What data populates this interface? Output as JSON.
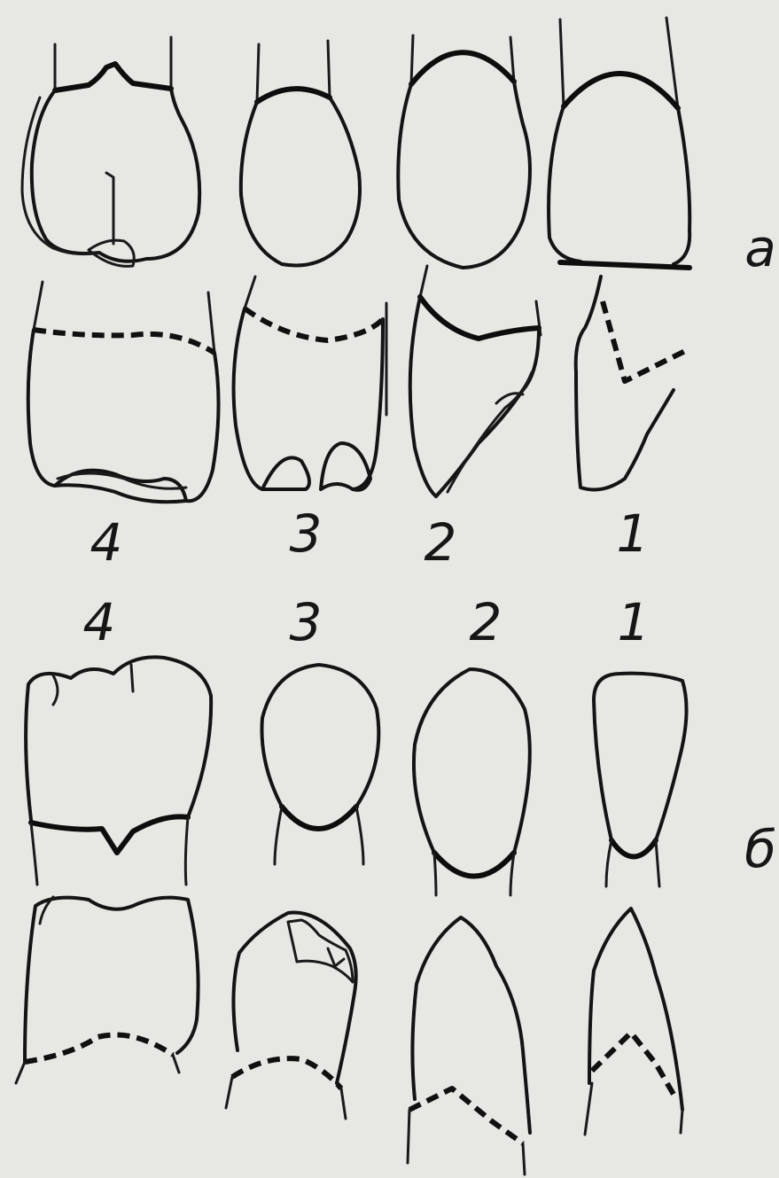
{
  "panel_a": {
    "letter": "а",
    "tooth_numbers": [
      "4",
      "3",
      "2",
      "1"
    ]
  },
  "panel_b": {
    "letter": "б",
    "tooth_numbers": [
      "4",
      "3",
      "2",
      "1"
    ]
  }
}
